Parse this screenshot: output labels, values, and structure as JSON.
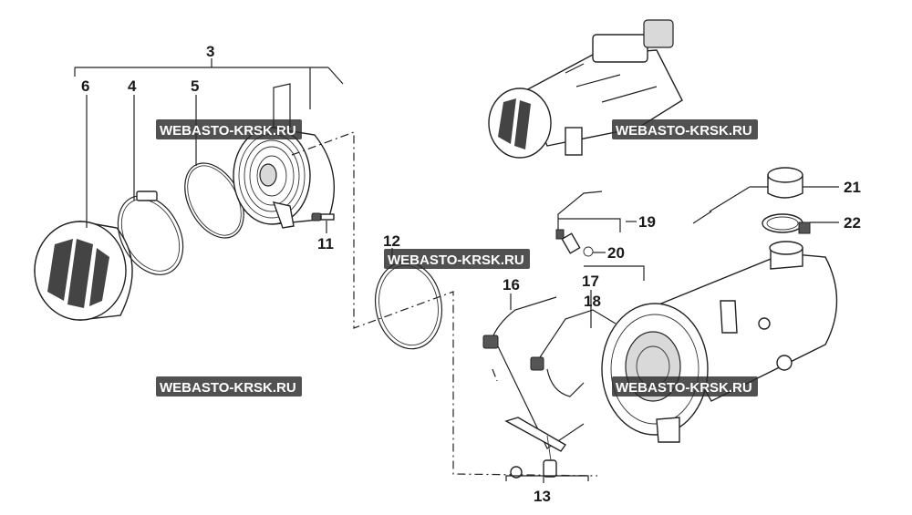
{
  "callouts": {
    "n3": "3",
    "n4": "4",
    "n5": "5",
    "n6": "6",
    "n11": "11",
    "n12": "12",
    "n13": "13",
    "n16": "16",
    "n17": "17",
    "n18": "18",
    "n19": "19",
    "n20": "20",
    "n21": "21",
    "n22": "22"
  },
  "watermarks": {
    "w1": "WEBASTO-KRSK.RU",
    "w2": "WEBASTO-KRSK.RU",
    "w3": "WEBASTO-KRSK.RU",
    "w4": "WEBASTO-KRSK.RU",
    "w5": "WEBASTO-KRSK.RU"
  },
  "colors": {
    "line": "#222222",
    "watermark_bg": "#2b2b2b",
    "watermark_text": "#ffffff"
  }
}
